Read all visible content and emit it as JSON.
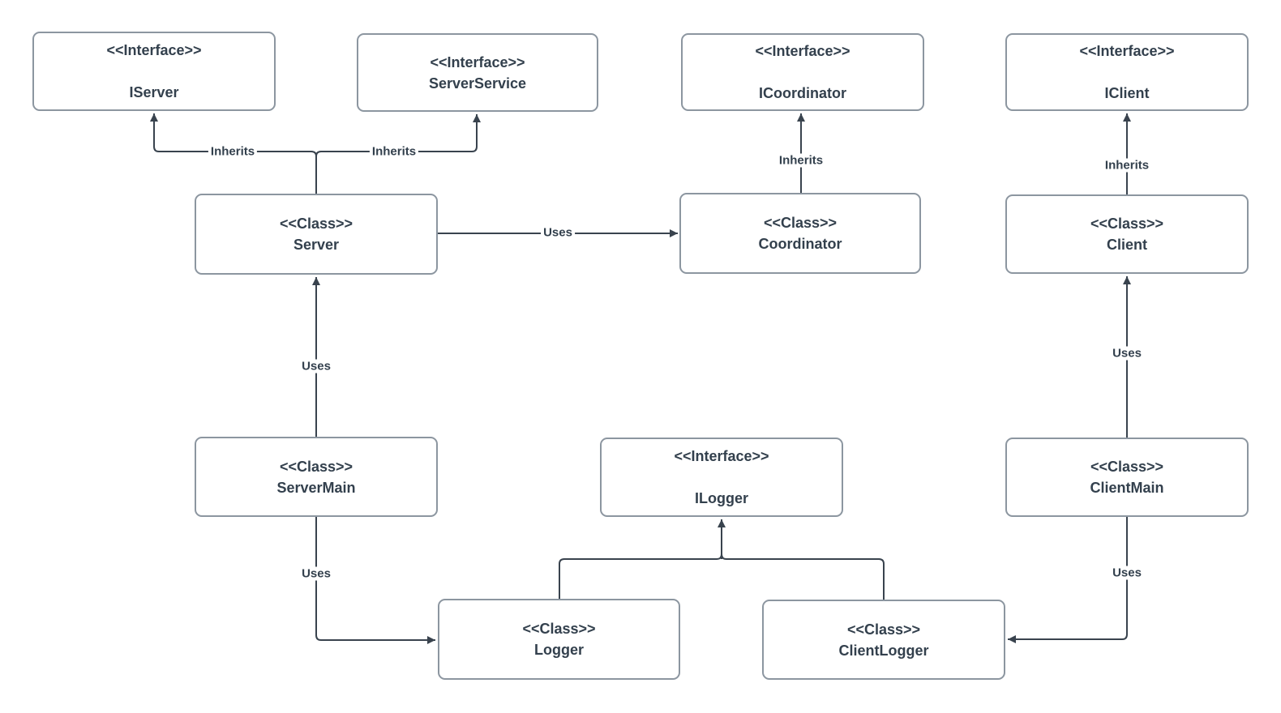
{
  "diagram": {
    "kind": "uml-class-diagram",
    "colors": {
      "background": "#ffffff",
      "node_fill": "#ffffff",
      "node_border": "#8C96A0",
      "text": "#33404D",
      "edge": "#39434E"
    },
    "nodes": {
      "iserver": {
        "stereotype": "<<Interface>>",
        "name": "IServer"
      },
      "serverservice": {
        "stereotype": "<<Interface>>",
        "name": "ServerService"
      },
      "icoordinator": {
        "stereotype": "<<Interface>>",
        "name": "ICoordinator"
      },
      "iclient": {
        "stereotype": "<<Interface>>",
        "name": "IClient"
      },
      "server": {
        "stereotype": "<<Class>>",
        "name": "Server"
      },
      "coordinator": {
        "stereotype": "<<Class>>",
        "name": "Coordinator"
      },
      "client": {
        "stereotype": "<<Class>>",
        "name": "Client"
      },
      "servermain": {
        "stereotype": "<<Class>>",
        "name": "ServerMain"
      },
      "ilogger": {
        "stereotype": "<<Interface>>",
        "name": "ILogger"
      },
      "clientmain": {
        "stereotype": "<<Class>>",
        "name": "ClientMain"
      },
      "logger": {
        "stereotype": "<<Class>>",
        "name": "Logger"
      },
      "clientlogger": {
        "stereotype": "<<Class>>",
        "name": "ClientLogger"
      }
    },
    "edges": [
      {
        "from": "Server",
        "to": "IServer",
        "label": "Inherits",
        "type": "inheritance"
      },
      {
        "from": "Server",
        "to": "ServerService",
        "label": "Inherits",
        "type": "inheritance"
      },
      {
        "from": "Server",
        "to": "Coordinator",
        "label": "Uses",
        "type": "usage"
      },
      {
        "from": "Coordinator",
        "to": "ICoordinator",
        "label": "Inherits",
        "type": "inheritance"
      },
      {
        "from": "Client",
        "to": "IClient",
        "label": "Inherits",
        "type": "inheritance"
      },
      {
        "from": "ServerMain",
        "to": "Server",
        "label": "Uses",
        "type": "usage"
      },
      {
        "from": "ClientMain",
        "to": "Client",
        "label": "Uses",
        "type": "usage"
      },
      {
        "from": "ServerMain",
        "to": "Logger",
        "label": "Uses",
        "type": "usage"
      },
      {
        "from": "ClientMain",
        "to": "ClientLogger",
        "label": "Uses",
        "type": "usage"
      },
      {
        "from": "Logger",
        "to": "ILogger",
        "label": "",
        "type": "inheritance"
      },
      {
        "from": "ClientLogger",
        "to": "ILogger",
        "label": "",
        "type": "inheritance"
      }
    ]
  }
}
